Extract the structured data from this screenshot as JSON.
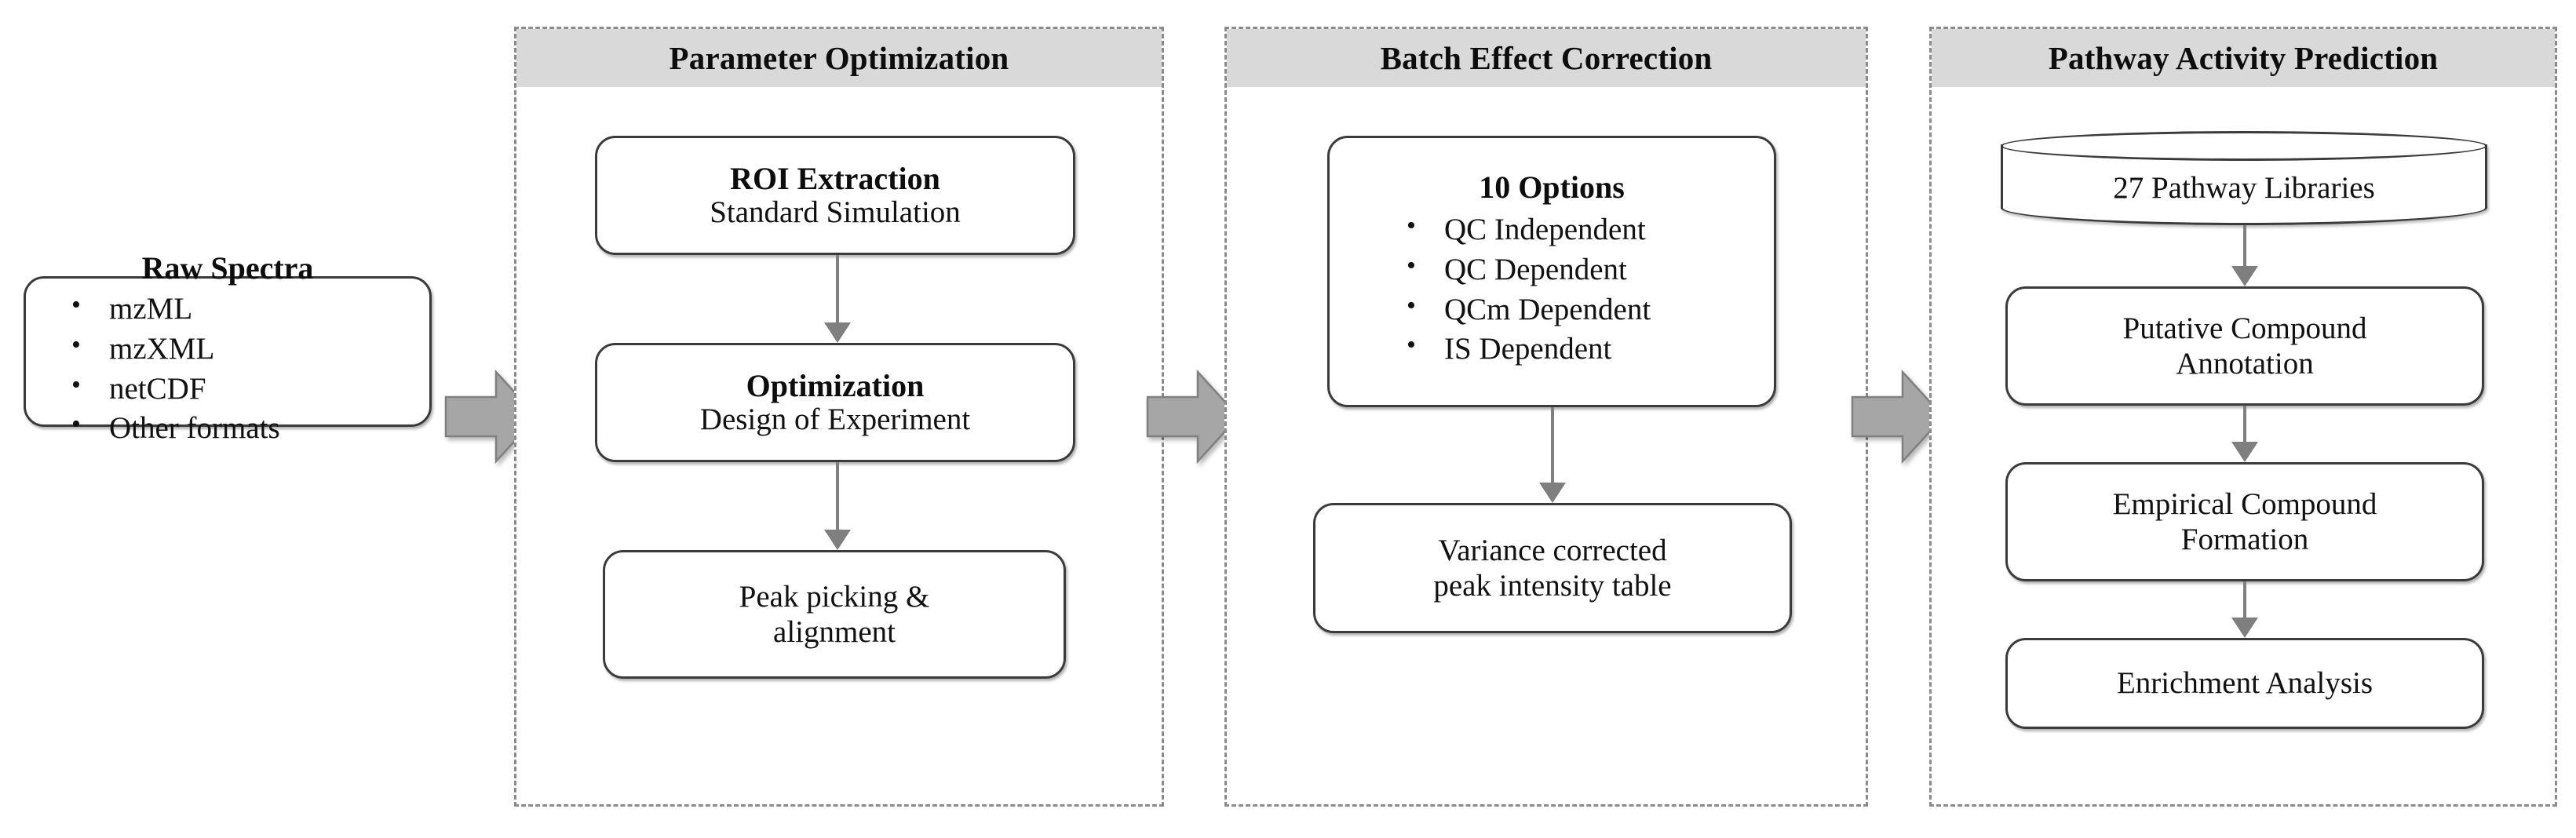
{
  "diagram": {
    "title": "Metabolomics data processing workflow",
    "colors": {
      "panel_header_bg": "#d9d9d9",
      "panel_border": "#8b8b8b",
      "node_border": "#3b3b3b",
      "connector": "#7f7f7f",
      "block_arrow_fill": "#a6a6a6",
      "block_arrow_stroke": "#808080",
      "text": "#111111",
      "background": "#ffffff"
    }
  },
  "input": {
    "node": {
      "title": "Raw Spectra",
      "items": [
        "mzML",
        "mzXML",
        "netCDF",
        "Other formats"
      ]
    }
  },
  "connectors": {
    "stage_arrows": [
      {
        "name": "input-to-parameter-optimization",
        "direction": "right"
      },
      {
        "name": "parameter-optimization-to-batch-effect-correction",
        "direction": "right"
      },
      {
        "name": "batch-effect-correction-to-pathway-activity-prediction",
        "direction": "right"
      }
    ],
    "flow_arrows": [
      {
        "name": "roi-extraction-to-optimization",
        "direction": "down"
      },
      {
        "name": "optimization-to-peak-picking",
        "direction": "down"
      },
      {
        "name": "options-to-variance-corrected-table",
        "direction": "down"
      },
      {
        "name": "pathway-libraries-to-putative-annotation",
        "direction": "down"
      },
      {
        "name": "putative-annotation-to-empirical-formation",
        "direction": "down"
      },
      {
        "name": "empirical-formation-to-enrichment-analysis",
        "direction": "down"
      }
    ]
  },
  "panels": [
    {
      "id": "parameter-optimization",
      "header": "Parameter Optimization",
      "nodes": [
        {
          "id": "roi-extraction",
          "title": "ROI Extraction",
          "subtitle": "Standard Simulation"
        },
        {
          "id": "optimization",
          "title": "Optimization",
          "subtitle": "Design of Experiment"
        },
        {
          "id": "peak-picking-alignment",
          "line1": "Peak picking &",
          "line2": "alignment"
        }
      ]
    },
    {
      "id": "batch-effect-correction",
      "header": "Batch Effect Correction",
      "nodes": [
        {
          "id": "ten-options",
          "title": "10 Options",
          "items": [
            "QC Independent",
            "QC Dependent",
            "QCm Dependent",
            "IS Dependent"
          ]
        },
        {
          "id": "variance-corrected-table",
          "line1": "Variance corrected",
          "line2": "peak intensity table"
        }
      ]
    },
    {
      "id": "pathway-activity-prediction",
      "header": "Pathway Activity Prediction",
      "nodes": [
        {
          "id": "pathway-libraries",
          "shape": "cylinder",
          "label": "27 Pathway Libraries"
        },
        {
          "id": "putative-compound-annotation",
          "line1": "Putative Compound",
          "line2": "Annotation"
        },
        {
          "id": "empirical-compound-formation",
          "line1": "Empirical Compound",
          "line2": "Formation"
        },
        {
          "id": "enrichment-analysis",
          "line1": "Enrichment Analysis",
          "line2": ""
        }
      ]
    }
  ]
}
